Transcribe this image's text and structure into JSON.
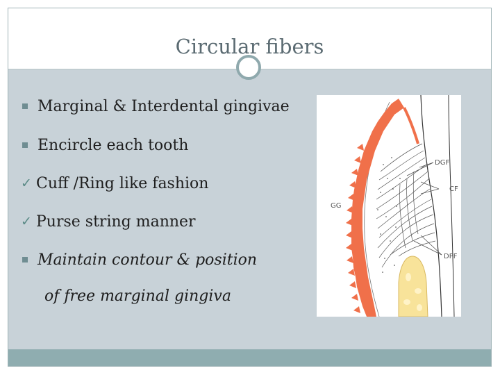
{
  "slide": {
    "title": "Circular fibers",
    "bullets": [
      {
        "marker": "square",
        "text": "Marginal & Interdental gingivae",
        "italic": false
      },
      {
        "marker": "square",
        "text": "Encircle each tooth",
        "italic": false
      },
      {
        "marker": "check",
        "text": "Cuff /Ring like fashion",
        "italic": false
      },
      {
        "marker": "check",
        "text": "Purse string manner",
        "italic": false
      },
      {
        "marker": "square",
        "text": "Maintain contour & position",
        "italic": true
      }
    ],
    "continuation": "of free marginal gingiva"
  },
  "figure": {
    "labels": {
      "dgf": "DGF",
      "cf": "CF",
      "gg": "GG",
      "dpf": "DPF"
    },
    "colors": {
      "epithelium": "#f0704a",
      "bone": "#f8e39a",
      "fibers": "#555555"
    }
  },
  "icons": {
    "square_bullet": "square-bullet-icon",
    "check_bullet": "check-icon",
    "divider": "circle-ornament-icon"
  },
  "theme": {
    "content_bg": "#c8d2d8",
    "footer_bg": "#8fadb0",
    "title_color": "#5b6b72"
  }
}
